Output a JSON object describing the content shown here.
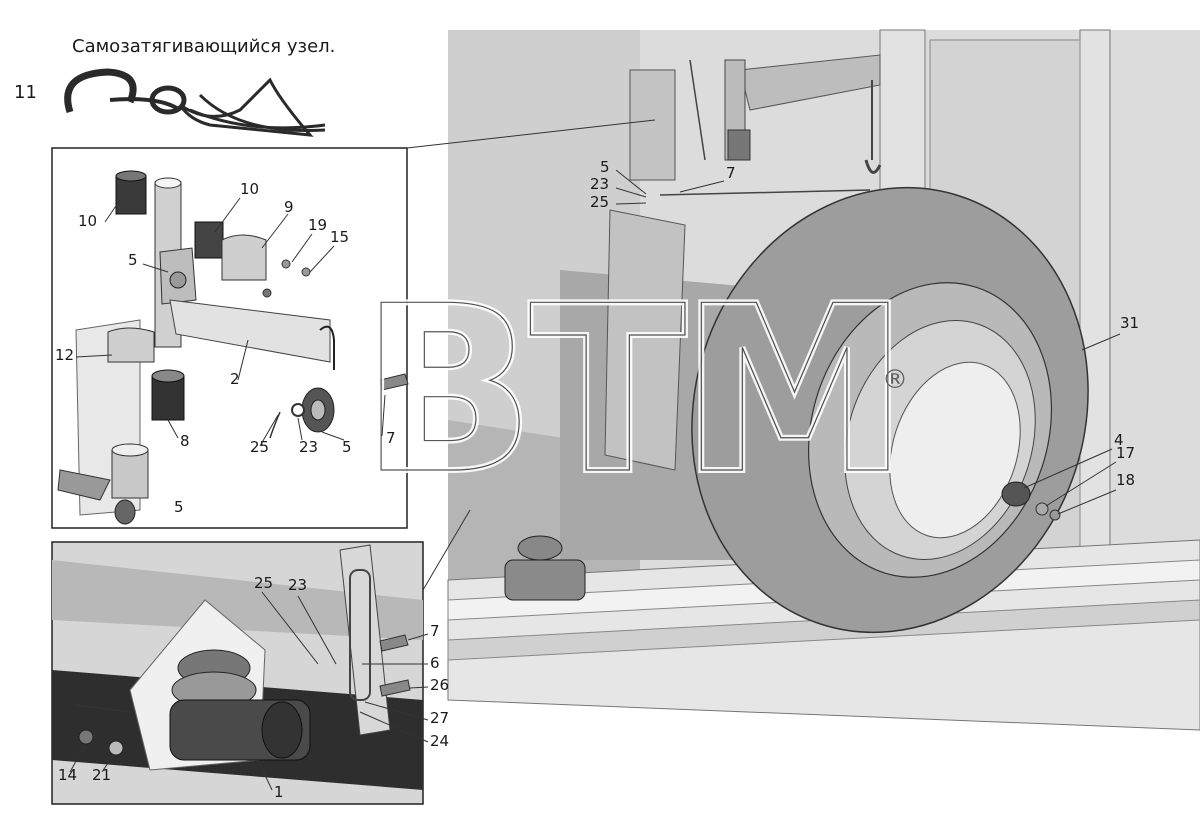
{
  "caption": "Самозатягивающийся узел.",
  "watermark": {
    "text": "BTM",
    "mark": "®"
  },
  "callouts": {
    "knot": "11",
    "inset": [
      "10",
      "10",
      "9",
      "19",
      "15",
      "5",
      "12",
      "2",
      "8",
      "25",
      "23",
      "5",
      "7",
      "5"
    ],
    "winch": [
      "25",
      "23",
      "7",
      "6",
      "26",
      "27",
      "24",
      "14",
      "21",
      "1"
    ],
    "main": [
      "5",
      "23",
      "25",
      "7",
      "31",
      "4",
      "17",
      "18"
    ]
  },
  "colors": {
    "line": "#333333",
    "panel": "#d9d9d9",
    "dark": "#2a2a2a",
    "tire": "#9a9a9a",
    "frame": "#c9c9c9"
  }
}
